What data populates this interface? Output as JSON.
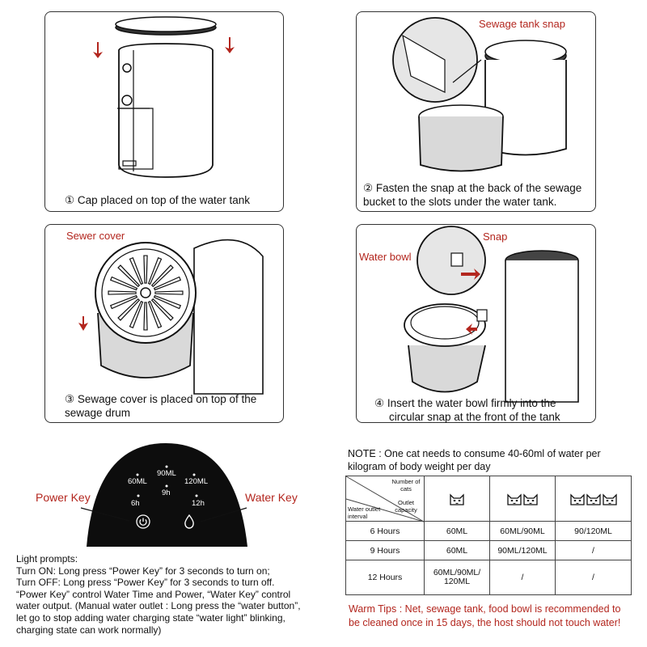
{
  "steps": [
    {
      "num": "①",
      "text": "Cap placed on top of the water tank"
    },
    {
      "num": "②",
      "text_line1": "Fasten the snap at the back of the sewage",
      "text_line2": "bucket to the slots under the water tank."
    },
    {
      "num": "③",
      "text_line1": "Sewage cover is placed on top of the",
      "text_line2": "sewage drum"
    },
    {
      "num": "④",
      "text_line1": "Insert the water bowl firmly into the",
      "text_line2": "circular snap at the front of the tank"
    }
  ],
  "callouts": {
    "sewage_tank_snap": "Sewage tank snap",
    "sewer_cover": "Sewer cover",
    "snap": "Snap",
    "water_bowl": "Water bowl"
  },
  "panel": {
    "power_key": "Power Key",
    "water_key": "Water Key",
    "time_labels": [
      "6h",
      "9h",
      "12h"
    ],
    "volume_labels": [
      "60ML",
      "90ML",
      "120ML"
    ]
  },
  "light_prompts": {
    "title": "Light prompts:",
    "lines": [
      "Turn ON: Long press “Power Key” for 3 seconds to turn on;",
      "Turn OFF: Long press “Power Key” for 3 seconds to turn off.",
      "“Power Key” control Water Time and Power, “Water Key” control",
      "water output. (Manual water outlet : Long press the “water button”,",
      "let go to stop adding water charging state “water light” blinking,",
      "charging state can work normally)"
    ]
  },
  "note": {
    "line1": "NOTE : One cat needs to consume 40-60ml of water per",
    "line2": "kilogram of body weight per day"
  },
  "table": {
    "header_number_of_cats": "Number of cats",
    "header_outlet_capacity": "Outlet capacity",
    "header_water_outlet_interval": "Water outlet interval",
    "rows": [
      {
        "interval": "6 Hours",
        "c1": "60ML",
        "c2": "60ML/90ML",
        "c3": "90/120ML"
      },
      {
        "interval": "9 Hours",
        "c1": "60ML",
        "c2": "90ML/120ML",
        "c3": "/"
      },
      {
        "interval": "12 Hours",
        "c1": "60ML/90ML/ 120ML",
        "c2": "/",
        "c3": "/"
      }
    ]
  },
  "warm_tips": {
    "line1": "Warm Tips : Net, sewage tank, food bowl is recommended to",
    "line2": "be cleaned once in 15 days, the host should not touch water!"
  },
  "colors": {
    "accent_red": "#b3261e",
    "panel_black": "#0d0d0d",
    "outline": "#333333"
  }
}
